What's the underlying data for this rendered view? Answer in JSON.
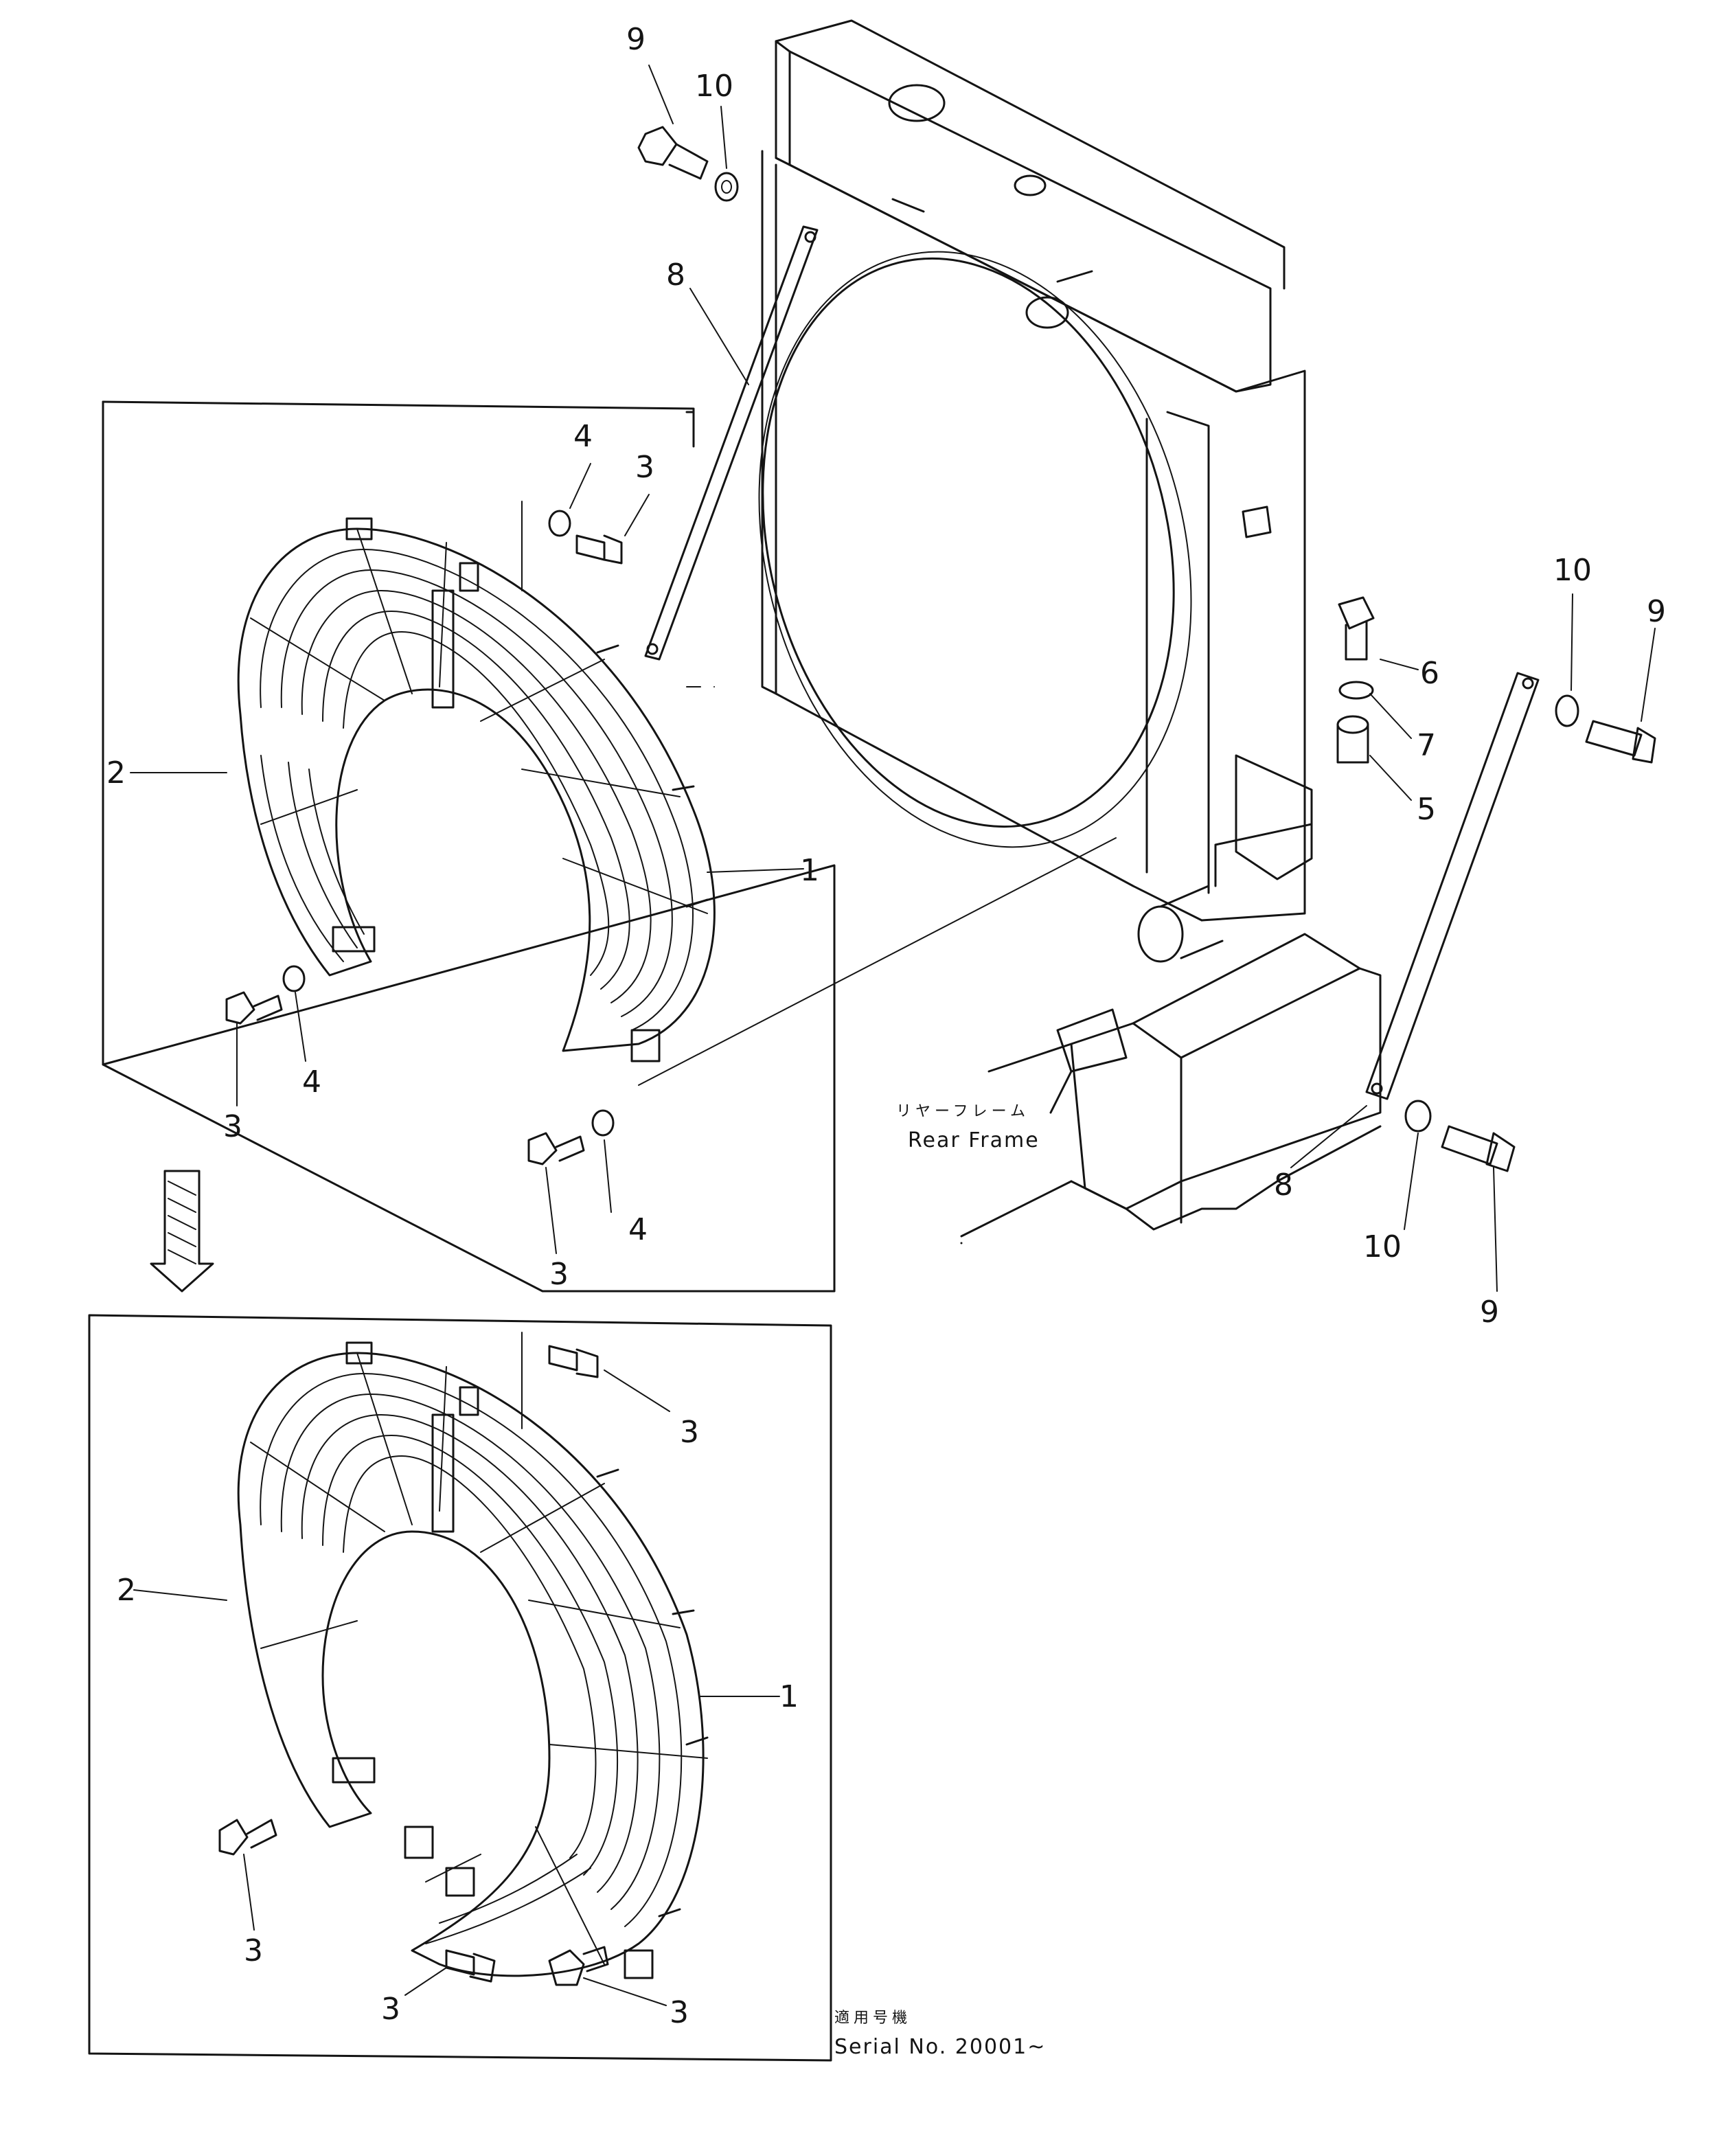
{
  "callouts": {
    "c1": "1",
    "c2": "2",
    "c3": "3",
    "c4": "4",
    "c5": "5",
    "c6": "6",
    "c7": "7",
    "c8": "8",
    "c9": "9",
    "c10": "10"
  },
  "labels": {
    "rear_frame_jp": "リヤーフレーム",
    "rear_frame_en": "Rear Frame",
    "serial_jp": "適用号機",
    "serial_en": "Serial No. 20001~"
  },
  "icons": {
    "view_arrow": "down-arrow-icon"
  },
  "colors": {
    "ink": "#141414",
    "paper": "#ffffff"
  }
}
